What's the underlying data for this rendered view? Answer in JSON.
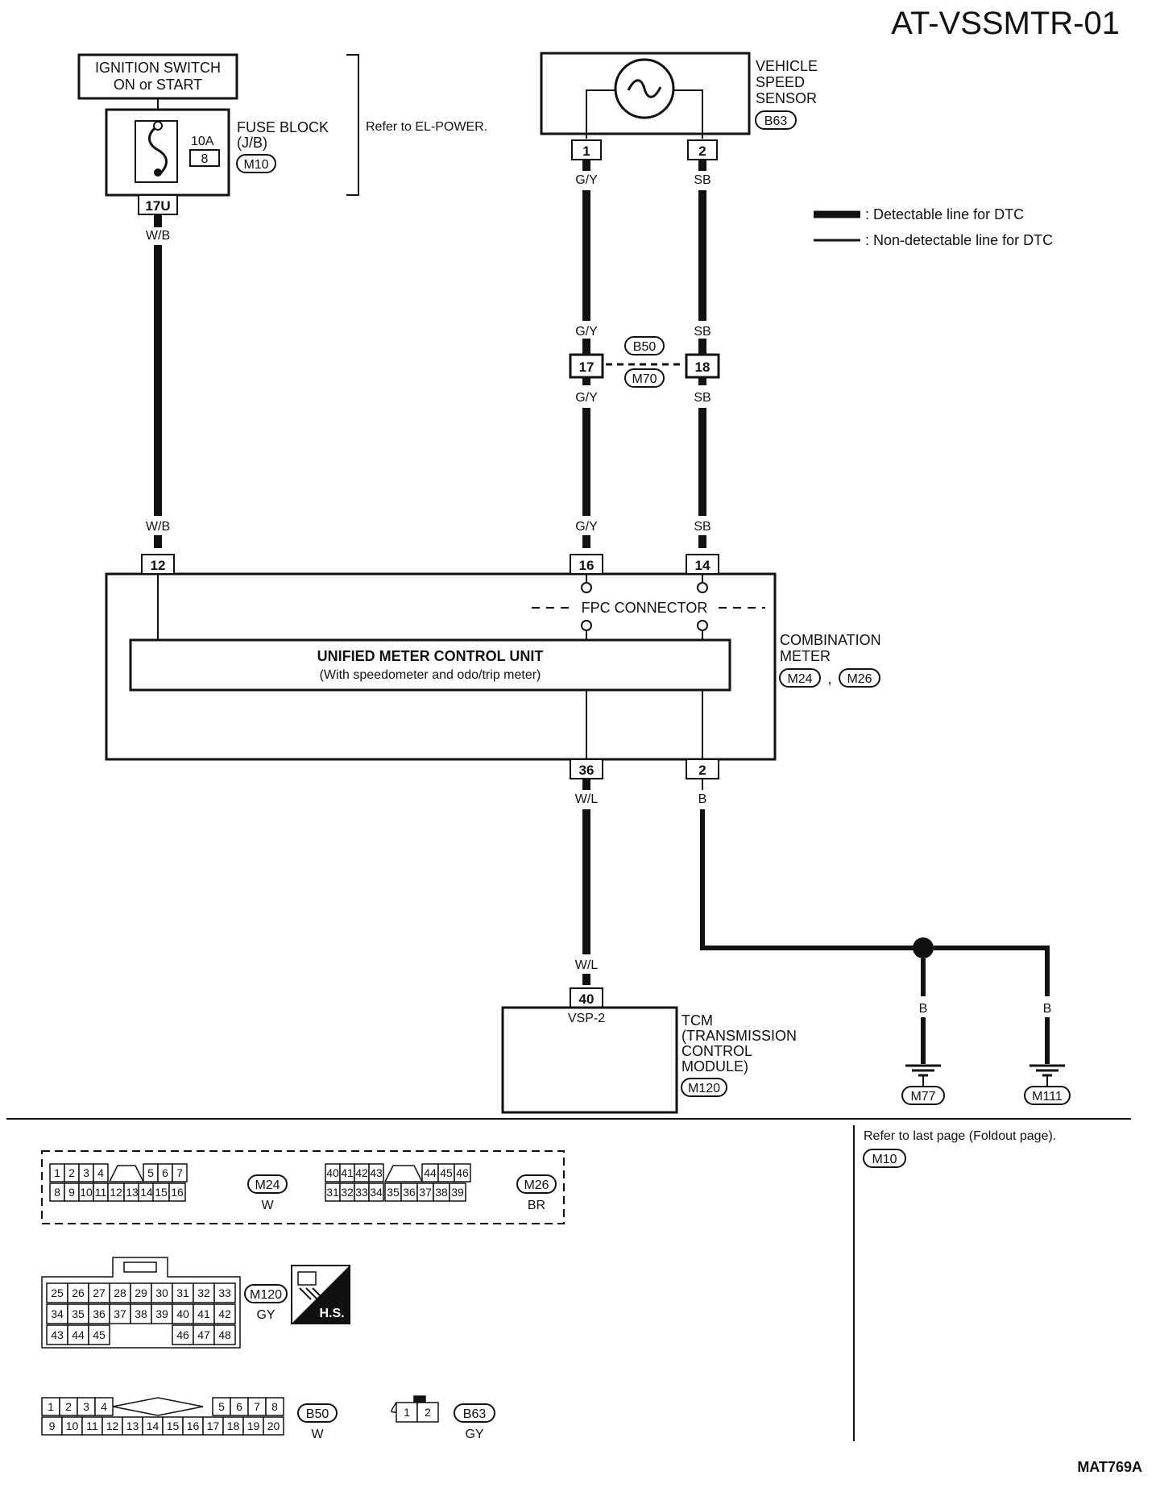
{
  "diagram": {
    "title": "AT-VSSMTR-01",
    "footer_code": "MAT769A",
    "ignition_switch": {
      "line1": "IGNITION SWITCH",
      "line2": "ON or START"
    },
    "fuse_block": {
      "label1": "FUSE BLOCK",
      "label2": "(J/B)",
      "connector": "M10",
      "fuse_rating": "10A",
      "fuse_number": "8",
      "terminal": "17U"
    },
    "power_ref": "Refer to EL-POWER.",
    "vehicle_speed_sensor": {
      "line1": "VEHICLE",
      "line2": "SPEED",
      "line3": "SENSOR",
      "connector": "B63",
      "pin1": "1",
      "pin2": "2"
    },
    "legend": {
      "detectable": ": Detectable line for DTC",
      "non_detectable": ": Non-detectable line for DTC"
    },
    "wires": {
      "wb": "W/B",
      "gy": "G/Y",
      "sb": "SB",
      "wl": "W/L",
      "b": "B"
    },
    "inline_connector": {
      "a": "B50",
      "b": "M70",
      "pin_left": "17",
      "pin_right": "18"
    },
    "combination_meter": {
      "line1": "COMBINATION",
      "line2": "METER",
      "connector_a": "M24",
      "sep": ",",
      "connector_b": "M26",
      "pin_power": "12",
      "pin_gy": "16",
      "pin_sb": "14",
      "pin_out": "36",
      "pin_ground": "2",
      "fpc": "FPC CONNECTOR",
      "unit_line1": "UNIFIED METER CONTROL UNIT",
      "unit_line2": "(With speedometer and odo/trip meter)"
    },
    "tcm": {
      "pin": "40",
      "signal": "VSP-2",
      "line1": "TCM",
      "line2": "(TRANSMISSION",
      "line3": "CONTROL",
      "line4": "MODULE)",
      "connector": "M120"
    },
    "grounds": {
      "g1": "M77",
      "g2": "M111"
    },
    "foldout_ref": "Refer to last page (Foldout page).",
    "foldout_connector": "M10",
    "connector_views": {
      "m24": {
        "name": "M24",
        "color": "W",
        "row1": [
          "1",
          "2",
          "3",
          "4",
          "5",
          "6",
          "7"
        ],
        "row2": [
          "8",
          "9",
          "10",
          "11",
          "12",
          "13",
          "14",
          "15",
          "16"
        ]
      },
      "m26": {
        "name": "M26",
        "color": "BR",
        "row1": [
          "40",
          "41",
          "42",
          "43",
          "44",
          "45",
          "46"
        ],
        "row2": [
          "31",
          "32",
          "33",
          "34",
          "35",
          "36",
          "37",
          "38",
          "39"
        ]
      },
      "m120": {
        "name": "M120",
        "color": "GY",
        "hs": "H.S.",
        "row1": [
          "25",
          "26",
          "27",
          "28",
          "29",
          "30",
          "31",
          "32",
          "33"
        ],
        "row2": [
          "34",
          "35",
          "36",
          "37",
          "38",
          "39",
          "40",
          "41",
          "42"
        ],
        "row3a": [
          "43",
          "44",
          "45"
        ],
        "row3b": [
          "46",
          "47",
          "48"
        ]
      },
      "b50": {
        "name": "B50",
        "color": "W",
        "row1a": [
          "1",
          "2",
          "3",
          "4"
        ],
        "row1b": [
          "5",
          "6",
          "7",
          "8"
        ],
        "row2": [
          "9",
          "10",
          "11",
          "12",
          "13",
          "14",
          "15",
          "16",
          "17",
          "18",
          "19",
          "20"
        ]
      },
      "b63": {
        "name": "B63",
        "color": "GY",
        "pins": [
          "1",
          "2"
        ]
      }
    }
  }
}
